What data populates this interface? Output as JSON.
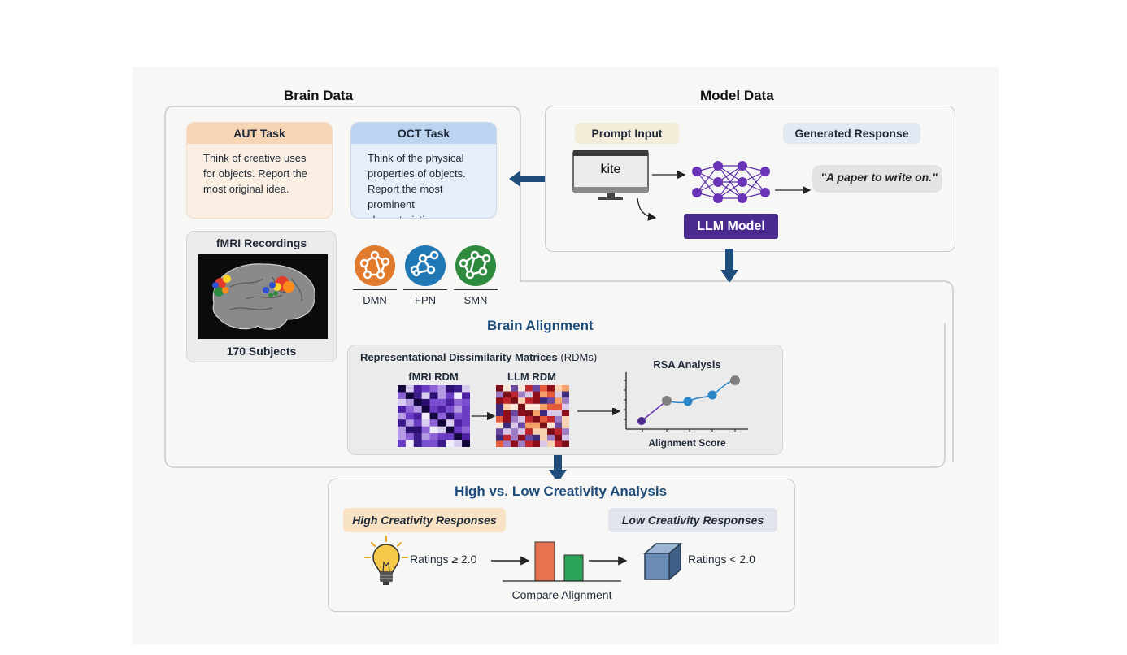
{
  "brain_data": {
    "title": "Brain Data",
    "aut_task": {
      "title": "AUT Task",
      "text": "Think of creative uses for objects. Report the most original idea."
    },
    "oct_task": {
      "title": "OCT Task",
      "text": "Think of the physical properties of objects. Report the most prominent characteristic."
    },
    "fmri": {
      "title": "fMRI Recordings",
      "subjects": "170 Subjects"
    },
    "networks": [
      "DMN",
      "FPN",
      "SMN"
    ]
  },
  "model_data": {
    "title": "Model Data",
    "prompt_input_label": "Prompt Input",
    "prompt_word": "kite",
    "generated_response_label": "Generated Response",
    "response_text": "\"A paper to write on.\"",
    "llm_label": "LLM Model"
  },
  "brain_alignment": {
    "title": "Brain Alignment",
    "rdm_title": "Representational Dissimilarity Matrices",
    "rdm_abbr": "(RDMs)",
    "fmri_rdm": "fMRI RDM",
    "llm_rdm": "LLM RDM",
    "rsa_title": "RSA Analysis",
    "rsa_xlabel": "Alignment Score"
  },
  "creativity": {
    "title": "High vs. Low Creativity Analysis",
    "high_label": "High Creativity Responses",
    "low_label": "Low Creativity Responses",
    "high_rating": "Ratings ≥ 2.0",
    "low_rating": "Ratings < 2.0",
    "compare_label": "Compare Alignment"
  },
  "colors": {
    "dmn": "#e07a2c",
    "fpn": "#1f77b4",
    "smn": "#2e8b3e",
    "llm": "#4b2a8f",
    "navy": "#1e4d7b"
  }
}
